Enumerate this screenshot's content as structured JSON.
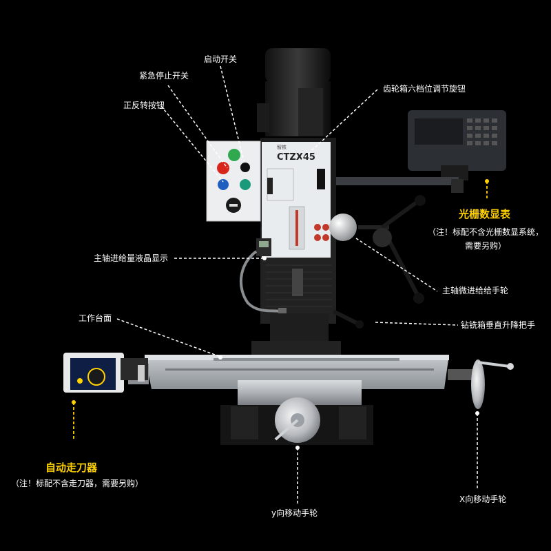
{
  "machine": {
    "model": "CTZX45",
    "brand": "智铁"
  },
  "callouts": {
    "start_switch": "启动开关",
    "emergency_stop": "紧急停止开关",
    "fwd_rev_button": "正反转按钮",
    "gearbox_knob": "齿轮箱六档位调节旋钮",
    "dro_title": "光栅数显表",
    "dro_note_1": "（注！标配不含光栅数显系统，",
    "dro_note_2": "需要另购）",
    "spindle_lcd": "主轴进给量液晶显示",
    "fine_feed": "主轴微进给给手轮",
    "worktable": "工作台面",
    "lift_handle": "钻铣箱垂直升降把手",
    "power_feed_title": "自动走刀器",
    "power_feed_note": "（注！标配不含走刀器，需要另购）",
    "y_handwheel": "y向移动手轮",
    "x_handwheel": "X向移动手轮"
  },
  "colors": {
    "background": "#000000",
    "label": "#ffffff",
    "highlight": "#ffd200",
    "machine_gray": "#2b2b2b",
    "panel_white": "#e9ecee"
  }
}
